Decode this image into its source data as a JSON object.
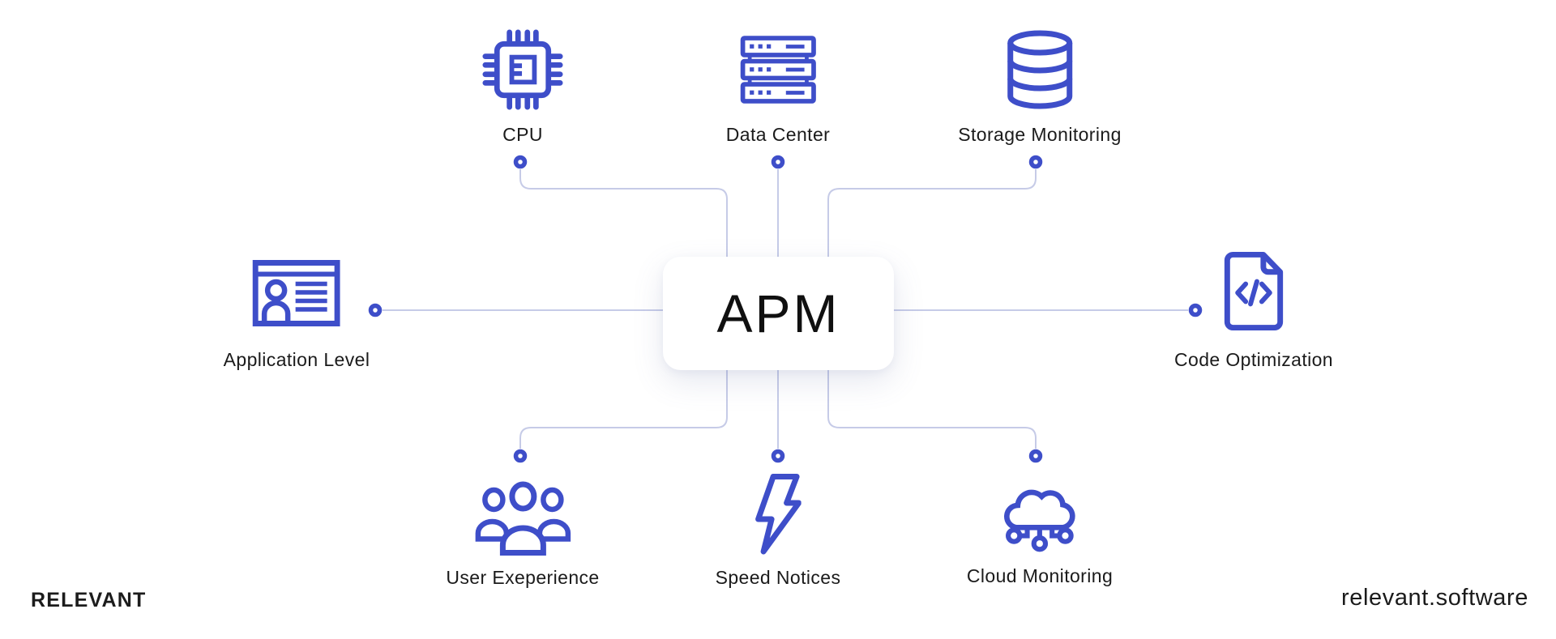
{
  "diagram": {
    "title": "APM mind map",
    "center": {
      "label": "APM"
    },
    "nodes": [
      {
        "id": "cpu",
        "label": "CPU",
        "icon": "cpu-chip-icon",
        "position": "top-left"
      },
      {
        "id": "data-center",
        "label": "Data Center",
        "icon": "server-rack-icon",
        "position": "top-center"
      },
      {
        "id": "storage-monitoring",
        "label": "Storage Monitoring",
        "icon": "database-icon",
        "position": "top-right"
      },
      {
        "id": "application-level",
        "label": "Application Level",
        "icon": "app-window-icon",
        "position": "middle-left"
      },
      {
        "id": "code-optimization",
        "label": "Code Optimization",
        "icon": "code-file-icon",
        "position": "middle-right"
      },
      {
        "id": "user-experience",
        "label": "User Exeperience",
        "icon": "user-group-icon",
        "position": "bottom-left"
      },
      {
        "id": "speed-notices",
        "label": "Speed Notices",
        "icon": "lightning-bolt-icon",
        "position": "bottom-center"
      },
      {
        "id": "cloud-monitoring",
        "label": "Cloud Monitoring",
        "icon": "cloud-network-icon",
        "position": "bottom-right"
      }
    ]
  },
  "footer": {
    "brand": "RELEVANT",
    "website": "relevant.software"
  },
  "colors": {
    "icon_blue": "#3e4ec9",
    "connector_line": "#c6cbe7",
    "text": "#1b1b1b",
    "background": "#ffffff",
    "card_background": "#ffffff"
  }
}
